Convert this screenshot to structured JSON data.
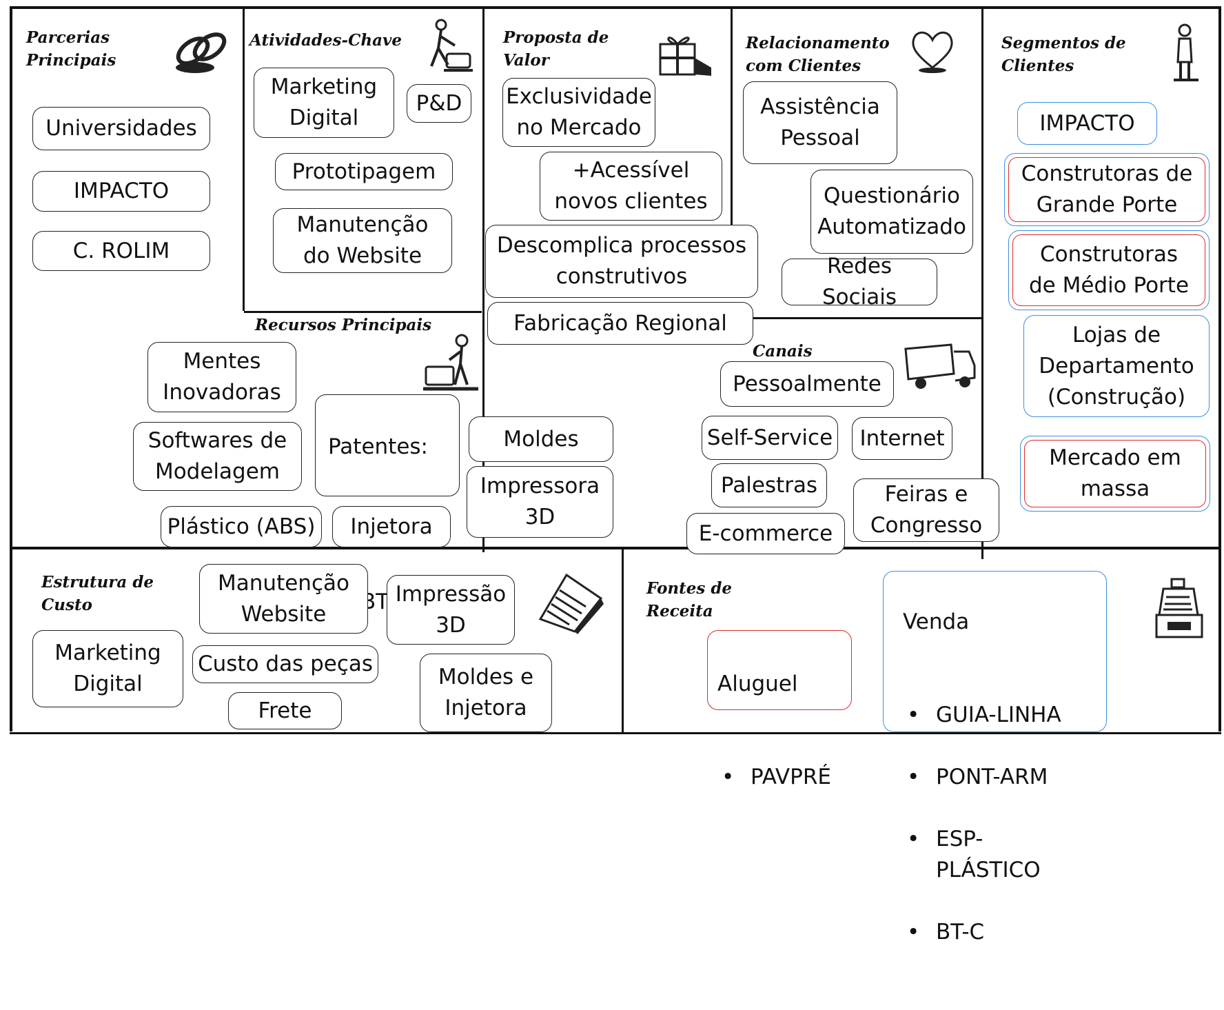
{
  "sections": {
    "parcerias": {
      "title": "Parcerias\nPrincipais",
      "items": [
        "Universidades",
        "IMPACTO",
        "C. ROLIM"
      ]
    },
    "atividades": {
      "title": "Atividades-Chave",
      "items": [
        "Marketing\nDigital",
        "P&D",
        "Prototipagem",
        "Manutenção\ndo Website"
      ]
    },
    "recursos": {
      "title": "Recursos Principais",
      "items": [
        "Mentes\nInovadoras",
        "Softwares de\nModelagem",
        "Plástico (ABS)",
        "Injetora"
      ],
      "patentes": {
        "title": "Patentes:",
        "bullets": [
          "PAVPRÉ",
          "BT-C"
        ]
      }
    },
    "proposta": {
      "title": "Proposta de\nValor",
      "items": [
        "Exclusividade\nno Mercado",
        "+Acessível\nnovos clientes",
        "Descomplica processos\nconstrutivos",
        "Fabricação Regional",
        "Moldes",
        "Impressora\n3D"
      ]
    },
    "relacionamento": {
      "title": "Relacionamento\ncom Clientes",
      "items": [
        "Assistência\nPessoal",
        "Questionário\nAutomatizado",
        "Redes Sociais"
      ]
    },
    "canais": {
      "title": "Canais",
      "items": [
        "Pessoalmente",
        "Self-Service",
        "Internet",
        "Palestras",
        "Feiras e\nCongresso",
        "E-commerce"
      ]
    },
    "segmentos": {
      "title": "Segmentos de\nClientes",
      "items": [
        "IMPACTO",
        "Construtoras de\nGrande Porte",
        "Construtoras\nde Médio Porte",
        "Lojas de\nDepartamento\n(Construção)",
        "Mercado em\nmassa"
      ]
    },
    "custos": {
      "title": "Estrutura de\nCusto",
      "items": [
        "Manutenção\nWebsite",
        "Impressão\n3D",
        "Marketing\nDigital",
        "Custo das peças",
        "Moldes e\nInjetora",
        "Frete"
      ]
    },
    "receitas": {
      "title": "Fontes de\nReceita",
      "aluguel": {
        "title": "Aluguel",
        "bullets": [
          "PAVPRÉ"
        ]
      },
      "venda": {
        "title": "Venda",
        "bullets": [
          "GUIA-LINHA",
          "PONT-ARM",
          "ESP-PLÁSTICO",
          "BT-C"
        ]
      }
    }
  },
  "icons": [
    "chain-links-icon",
    "worker-pushing-icon",
    "gift-box-icon",
    "heart-icon",
    "standing-person-icon",
    "worker-with-machine-icon",
    "delivery-truck-icon",
    "receipt-paper-icon",
    "cash-register-icon"
  ],
  "colors": {
    "blue_border": "#3b8ee0",
    "red_border": "#e02a2a",
    "grid_line": "#111111"
  }
}
